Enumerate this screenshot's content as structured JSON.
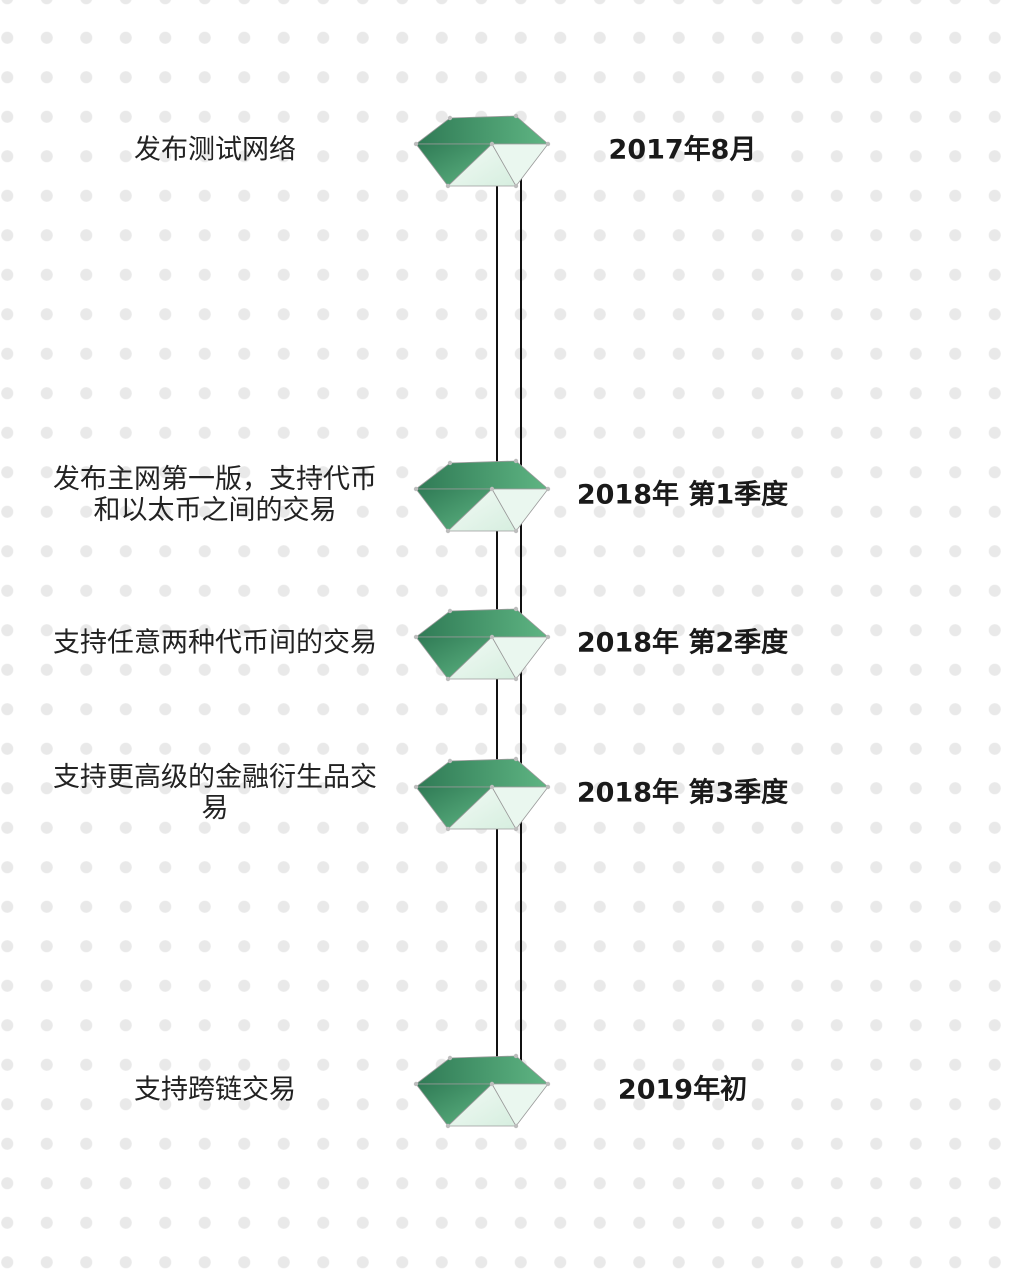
{
  "timeline": {
    "milestones": [
      {
        "event": "发布测试网络",
        "date": "2017年8月"
      },
      {
        "event": "发布主网第一版，支持代币和以太币之间的交易",
        "date": "2018年 第1季度"
      },
      {
        "event": "支持任意两种代币间的交易",
        "date": "2018年 第2季度"
      },
      {
        "event": "支持更高级的金融衍生品交易",
        "date": "2018年 第3季度"
      },
      {
        "event": "支持跨链交易",
        "date": "2019年初"
      }
    ]
  },
  "colors": {
    "rail": "#111111",
    "gem_dark": "#2f7a55",
    "gem_mid": "#5fb583",
    "gem_light": "#d6eedf",
    "gem_edge": "#9a9a9a",
    "dots": "#e9e9e9"
  }
}
